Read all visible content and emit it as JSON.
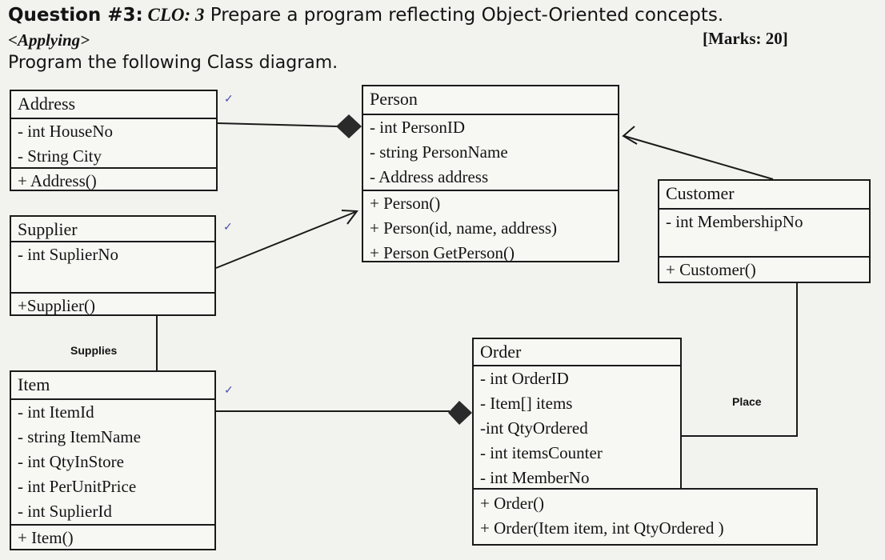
{
  "header": {
    "question_label": "Question #3:",
    "clo": "CLO: 3",
    "question_text": " Prepare a program reflecting Object-Oriented concepts.",
    "level": "<Applying>",
    "marks": "[Marks: 20]",
    "instruction": "Program the following Class diagram."
  },
  "classes": {
    "address": {
      "name": "Address",
      "attributes": [
        "- int HouseNo",
        "- String City"
      ],
      "methods": [
        "+ Address()"
      ]
    },
    "person": {
      "name": "Person",
      "attributes": [
        "- int PersonID",
        "- string PersonName",
        "- Address address"
      ],
      "methods": [
        "+ Person()",
        "+ Person(id, name, address)",
        "+ Person GetPerson()"
      ]
    },
    "supplier": {
      "name": "Supplier",
      "attributes": [
        "- int SuplierNo"
      ],
      "methods": [
        "+Supplier()"
      ]
    },
    "customer": {
      "name": "Customer",
      "attributes": [
        "- int MembershipNo"
      ],
      "methods": [
        "+ Customer()"
      ]
    },
    "item": {
      "name": "Item",
      "attributes": [
        "- int ItemId",
        "- string ItemName",
        "- int QtyInStore",
        "- int PerUnitPrice",
        "- int SuplierId"
      ],
      "methods": [
        "+ Item()"
      ]
    },
    "order": {
      "name": "Order",
      "attributes": [
        "- int OrderID",
        "- Item[] items",
        "-int QtyOrdered",
        "- int itemsCounter",
        "- int MemberNo"
      ],
      "methods": [
        "+ Order()",
        "+ Order(Item item, int  QtyOrdered )"
      ]
    }
  },
  "relations": {
    "supplies_label": "Supplies",
    "place_label": "Place"
  },
  "marks_glyph": "✓",
  "colors": {
    "ink": "#1a1a1a",
    "tick": "#4a52a8",
    "paper": "#f2f2ef"
  }
}
